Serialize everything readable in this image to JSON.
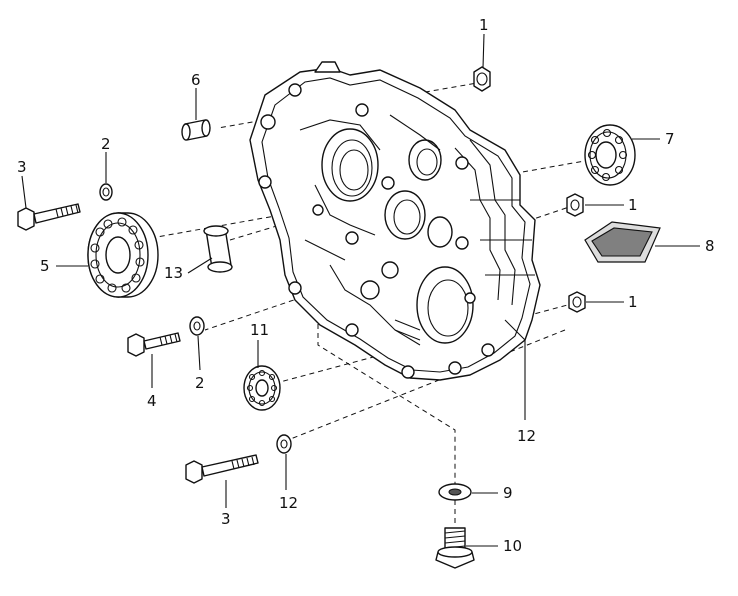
{
  "callouts": {
    "c1_top": "1",
    "c1_mid": "1",
    "c1_low": "1",
    "c2_top": "2",
    "c2_low": "2",
    "c3_top": "3",
    "c3_low": "3",
    "c4": "4",
    "c5": "5",
    "c6": "6",
    "c7": "7",
    "c8": "8",
    "c9": "9",
    "c10": "10",
    "c11": "11",
    "c12_right": "12",
    "c12_low": "12",
    "c13": "13"
  }
}
